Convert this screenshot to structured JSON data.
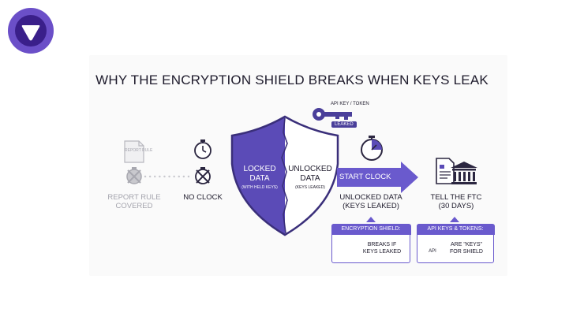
{
  "title": "WHY THE ENCRYPTION SHIELD BREAKS WHEN KEYS LEAK",
  "left": {
    "doc_label": "REPORT RULE",
    "caption_line1": "REPORT RULE",
    "caption_line2": "COVERED",
    "no_clock": "NO CLOCK"
  },
  "shield": {
    "left_line1": "LOCKED",
    "left_line2": "DATA",
    "left_sub": "(WITH HELD KEYS)",
    "right_line1": "UNLOCKED",
    "right_line2": "DATA",
    "right_sub": "(KEYS LEAKED)"
  },
  "key": {
    "label": "API KEY / TOKEN",
    "tag": "LEAKED"
  },
  "arrow": {
    "label": "START CLOCK"
  },
  "middle": {
    "line1": "UNLOCKED DATA",
    "line2": "(KEYS LEAKED)"
  },
  "right": {
    "line1": "TELL THE FTC",
    "line2": "(30 DAYS)"
  },
  "box1": {
    "header": "ENCRYPTION SHIELD:",
    "line1": "BREAKS IF",
    "line2": "KEYS LEAKED"
  },
  "box2": {
    "header": "API KEYS & TOKENS:",
    "icon_text": "API",
    "line1": "ARE \"KEYS\"",
    "line2": "FOR SHIELD"
  },
  "colors": {
    "purple": "#5b4bb7",
    "light_purple": "#7b6be0",
    "dark": "#1d1a2b",
    "grey": "#a4a4ad"
  }
}
